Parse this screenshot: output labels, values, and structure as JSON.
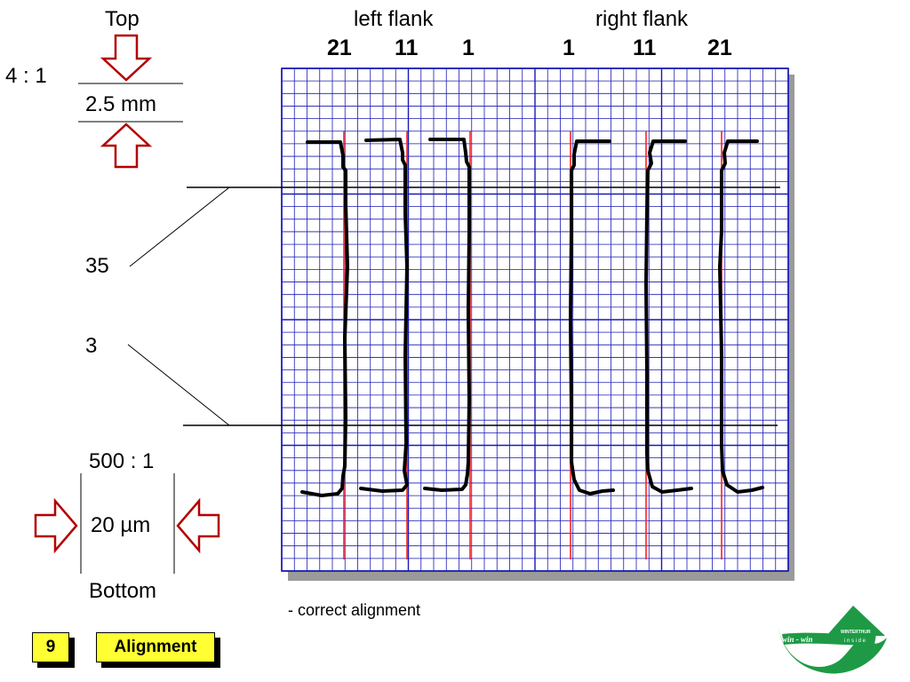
{
  "header": {
    "top_label": "Top",
    "left_flank_label": "left flank",
    "right_flank_label": "right flank",
    "left_positions": [
      "21",
      "11",
      "1"
    ],
    "right_positions": [
      "1",
      "11",
      "21"
    ]
  },
  "left_panel": {
    "scale_top": "4 : 1",
    "dimension_top": "2.5 mm",
    "label_35": "35",
    "label_3": "3",
    "scale_bottom": "500 : 1",
    "dimension_bottom": "20 µm",
    "bottom_label": "Bottom"
  },
  "caption": "- correct alignment",
  "footer": {
    "page_number": "9",
    "section_label": "Alignment"
  },
  "logo": {
    "brand_text": "win - win",
    "company_text": "WINTERTHUR",
    "tagline_text": "i n s i d e"
  },
  "colors": {
    "grid": "#1a1ab4",
    "arrow_outline": "#b40000",
    "reference_line": "#ff2020",
    "badge_fill": "#ffff33",
    "logo_green": "#1e9a46"
  }
}
